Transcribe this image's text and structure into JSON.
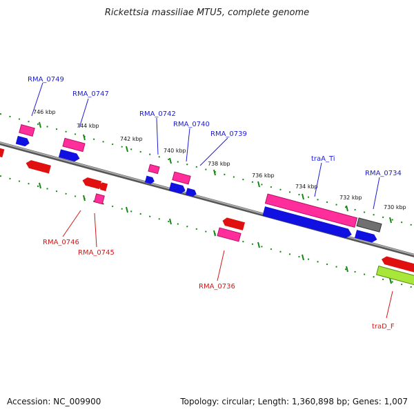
{
  "title": "Rickettsia massiliae MTU5, complete genome",
  "footer": {
    "accession": "Accession: NC_009900",
    "summary": "Topology: circular; Length: 1,360,898 bp; Genes: 1,007"
  },
  "ticks": [
    {
      "text": "746 kbp"
    },
    {
      "text": "744 kbp"
    },
    {
      "text": "742 kbp"
    },
    {
      "text": "740 kbp"
    },
    {
      "text": "738 kbp"
    },
    {
      "text": "736 kbp"
    },
    {
      "text": "734 kbp"
    },
    {
      "text": "732 kbp"
    },
    {
      "text": "730 kbp"
    }
  ],
  "gene_labels_top": [
    {
      "text": "RMA_0749"
    },
    {
      "text": "RMA_0747"
    },
    {
      "text": "RMA_0742"
    },
    {
      "text": "RMA_0740"
    },
    {
      "text": "RMA_0739"
    },
    {
      "text": "traA_Ti"
    },
    {
      "text": "RMA_0734"
    }
  ],
  "gene_labels_bottom": [
    {
      "text": "RMA_0746"
    },
    {
      "text": "RMA_0745"
    },
    {
      "text": "RMA_0736"
    },
    {
      "text": "traD_F"
    }
  ],
  "colors": {
    "backbone": "#8a8a8a",
    "cds_forward": "#1010e0",
    "cds_reverse": "#e01010",
    "gene_pink": "#ff2e9a",
    "gene_gray": "#707070",
    "gene_lime": "#a8e63a",
    "tick_green": "#118811",
    "label_top": "#1a1ad6",
    "label_bottom": "#d41515"
  }
}
